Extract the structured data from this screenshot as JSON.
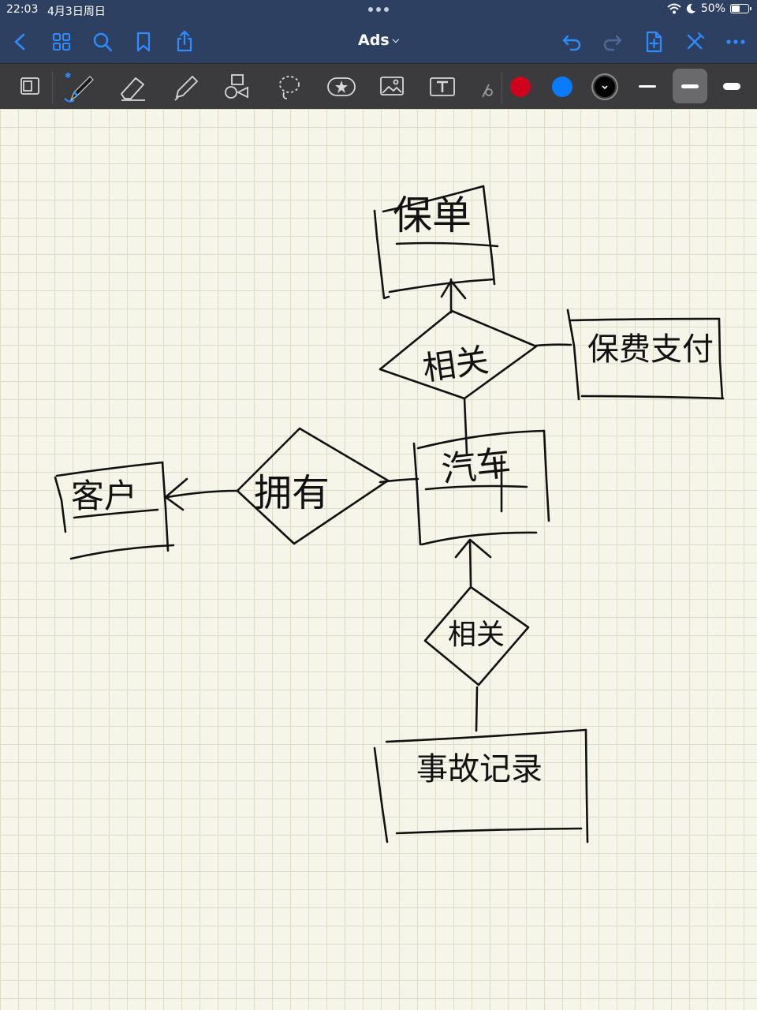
{
  "status": {
    "time": "22:03",
    "date": "4月3日周日",
    "battery": "50%",
    "battery_level": 0.5
  },
  "nav": {
    "title": "Ads",
    "icons": [
      "back-icon",
      "grid-icon",
      "search-icon",
      "bookmark-icon",
      "share-icon",
      "undo-icon",
      "redo-icon",
      "add-page-icon",
      "close-toolbar-icon",
      "more-icon"
    ]
  },
  "tools": {
    "icons": [
      "tablet-mode-icon",
      "pen-icon",
      "eraser-icon",
      "highlighter-icon",
      "shapes-icon",
      "lasso-icon",
      "sticker-icon",
      "image-icon",
      "text-icon",
      "laser-icon"
    ],
    "colors": [
      "#d0021b",
      "#0a7aff",
      "#000000"
    ],
    "stroke_widths": [
      "thin",
      "medium",
      "thick"
    ],
    "selected_stroke": "medium"
  },
  "diagram": {
    "policy": "保单",
    "related_top": "相关",
    "premium_payment": "保费支付",
    "customer": "客户",
    "owns": "拥有",
    "car": "汽车",
    "related_bottom": "相关",
    "accident_record": "事故记录"
  }
}
